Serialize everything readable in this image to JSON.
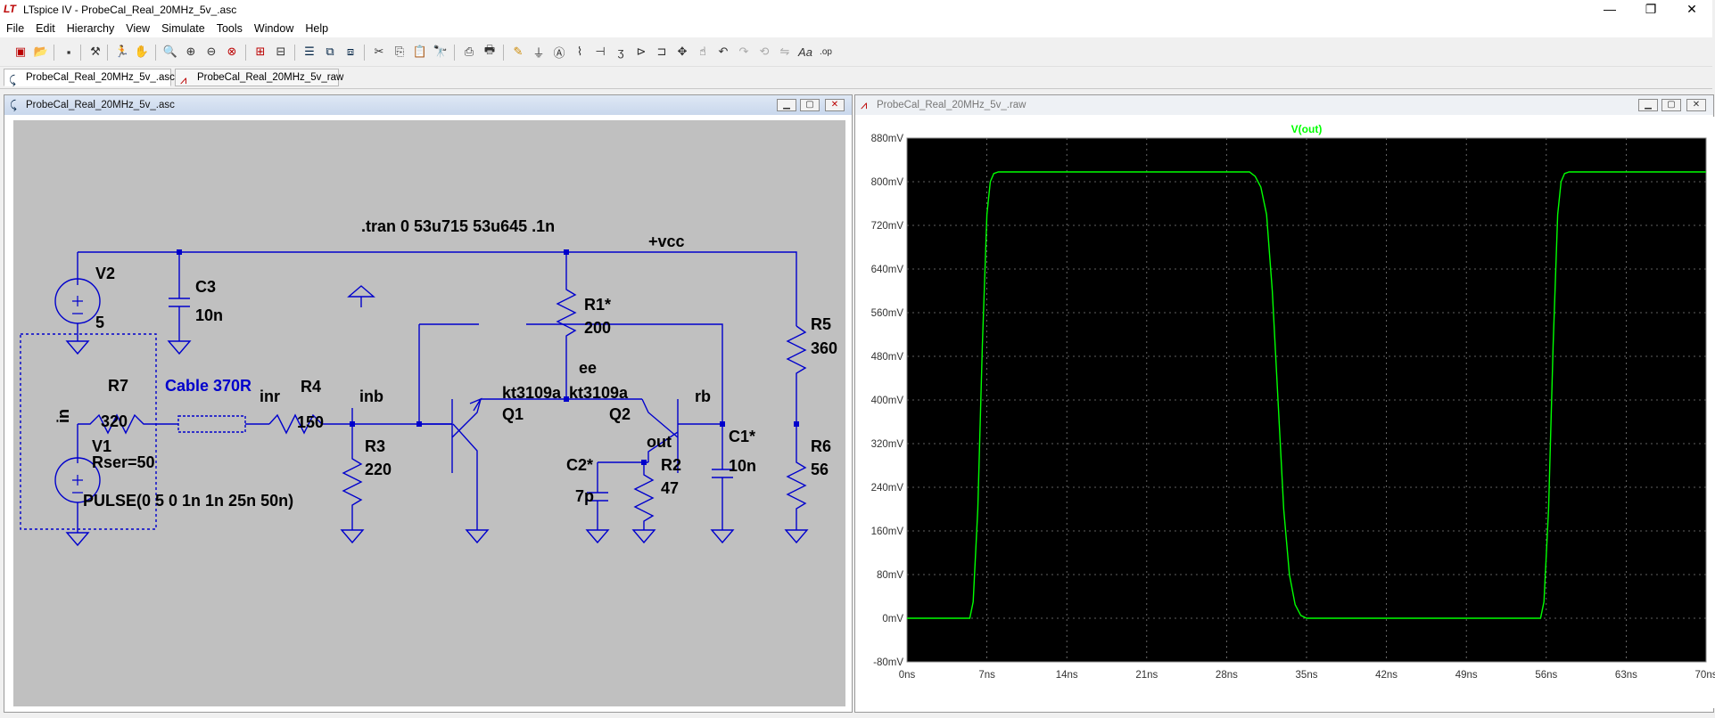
{
  "window": {
    "app_icon": "LT",
    "title": "LTspice IV - ProbeCal_Real_20MHz_5v_.asc",
    "minimize": "—",
    "restore": "❐",
    "close": "✕"
  },
  "menu": [
    "File",
    "Edit",
    "Hierarchy",
    "View",
    "Simulate",
    "Tools",
    "Window",
    "Help"
  ],
  "tabs": [
    {
      "label": "ProbeCal_Real_20MHz_5v_.asc",
      "icon": "schematic-icon",
      "active": true
    },
    {
      "label": "ProbeCal_Real_20MHz_5v_raw",
      "icon": "waveform-icon",
      "active": false
    }
  ],
  "schematic": {
    "title": "ProbeCal_Real_20MHz_5v_.asc",
    "directive": ".tran 0 53u715 53u645 .1n",
    "cable_label": "Cable 370R",
    "source_text": "PULSE(0 5 0 1n 1n 25n 50n)",
    "labels": {
      "V2": "V2",
      "V2_val": "5",
      "C3": "C3",
      "C3_val": "10n",
      "R1": "R1*",
      "R1_val": "200",
      "R5": "R5",
      "R5_val": "360",
      "R7": "R7",
      "R7_val": "320",
      "R4": "R4",
      "R4_val": "150",
      "R3": "R3",
      "R3_val": "220",
      "V1": "V1",
      "V1_rser": "Rser=50",
      "Q1": "Q1",
      "Q2": "Q2",
      "Q1_model": "kt3109a",
      "Q2_model": "kt3109a",
      "C2": "C2*",
      "C2_val": "7p",
      "R2": "R2",
      "R2_val": "47",
      "C1": "C1*",
      "C1_val": "10n",
      "R6": "R6",
      "R6_val": "56",
      "net_vcc": "+vcc",
      "net_in": "in",
      "net_inr": "inr",
      "net_inb": "inb",
      "net_ee": "ee",
      "net_rb": "rb",
      "net_out": "out"
    }
  },
  "waveform": {
    "title": "ProbeCal_Real_20MHz_5v_.raw",
    "trace_color": "#00ff00",
    "chart_data": {
      "type": "line",
      "title": "V(out)",
      "xlabel": "",
      "ylabel": "",
      "xlim": [
        0,
        70
      ],
      "ylim": [
        -80,
        880
      ],
      "x_ticks": [
        "0ns",
        "7ns",
        "14ns",
        "21ns",
        "28ns",
        "35ns",
        "42ns",
        "49ns",
        "56ns",
        "63ns",
        "70ns"
      ],
      "y_ticks": [
        "880mV",
        "800mV",
        "720mV",
        "640mV",
        "560mV",
        "480mV",
        "400mV",
        "320mV",
        "240mV",
        "160mV",
        "80mV",
        "0mV",
        "-80mV"
      ],
      "grid": true,
      "series": [
        {
          "name": "V(out)",
          "x": [
            0,
            5.5,
            5.8,
            6.2,
            6.6,
            7.0,
            7.3,
            7.6,
            8.0,
            30.0,
            30.5,
            31.0,
            31.5,
            32.0,
            32.5,
            33.0,
            33.5,
            34.0,
            34.5,
            35.0,
            55.5,
            55.8,
            56.2,
            56.6,
            57.0,
            57.3,
            57.6,
            58.0,
            70.0
          ],
          "y": [
            0,
            0,
            30,
            200,
            500,
            740,
            800,
            815,
            818,
            818,
            810,
            790,
            740,
            600,
            400,
            200,
            80,
            25,
            5,
            0,
            0,
            30,
            200,
            500,
            740,
            800,
            815,
            818,
            818
          ]
        }
      ]
    }
  }
}
